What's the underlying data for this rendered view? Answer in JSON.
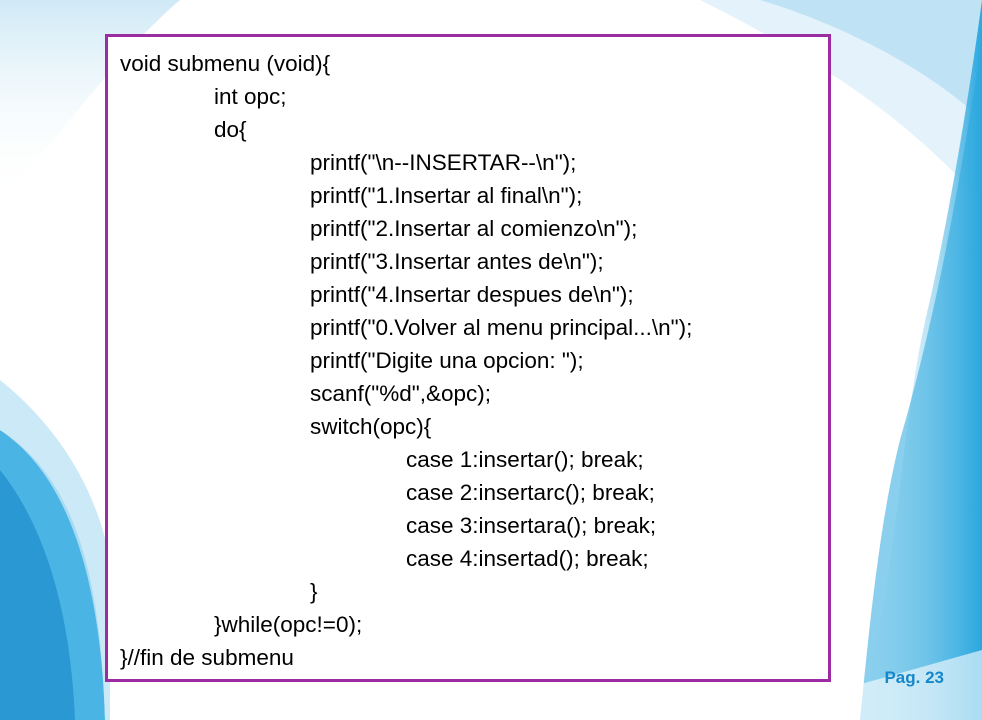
{
  "code": {
    "lines": [
      {
        "text": "void submenu (void){",
        "indent": 0
      },
      {
        "text": "int opc;",
        "indent": 1
      },
      {
        "text": "do{",
        "indent": 1
      },
      {
        "text": "printf(\"\\n--INSERTAR--\\n\");",
        "indent": 2
      },
      {
        "text": "printf(\"1.Insertar al final\\n\");",
        "indent": 2
      },
      {
        "text": "printf(\"2.Insertar al comienzo\\n\");",
        "indent": 2
      },
      {
        "text": "printf(\"3.Insertar antes de\\n\");",
        "indent": 2
      },
      {
        "text": "printf(\"4.Insertar despues de\\n\");",
        "indent": 2
      },
      {
        "text": "printf(\"0.Volver al menu principal...\\n\");",
        "indent": 2
      },
      {
        "text": "printf(\"Digite una opcion: \");",
        "indent": 2
      },
      {
        "text": "scanf(\"%d\",&opc);",
        "indent": 2
      },
      {
        "text": "switch(opc){",
        "indent": 2
      },
      {
        "text": "case 1:insertar(); break;",
        "indent": 3
      },
      {
        "text": "case 2:insertarc(); break;",
        "indent": 3
      },
      {
        "text": "case 3:insertara(); break;",
        "indent": 3
      },
      {
        "text": "case 4:insertad(); break;",
        "indent": 3
      },
      {
        "text": "}",
        "indent": 2
      },
      {
        "text": "}while(opc!=0);",
        "indent": 1
      },
      {
        "text": "}//fin de submenu",
        "indent": 0
      }
    ]
  },
  "footer": {
    "page_label": "Pag. 23"
  },
  "colors": {
    "border": "#9b2ca1",
    "accent": "#1687c8",
    "wave": "#2aa7df"
  }
}
